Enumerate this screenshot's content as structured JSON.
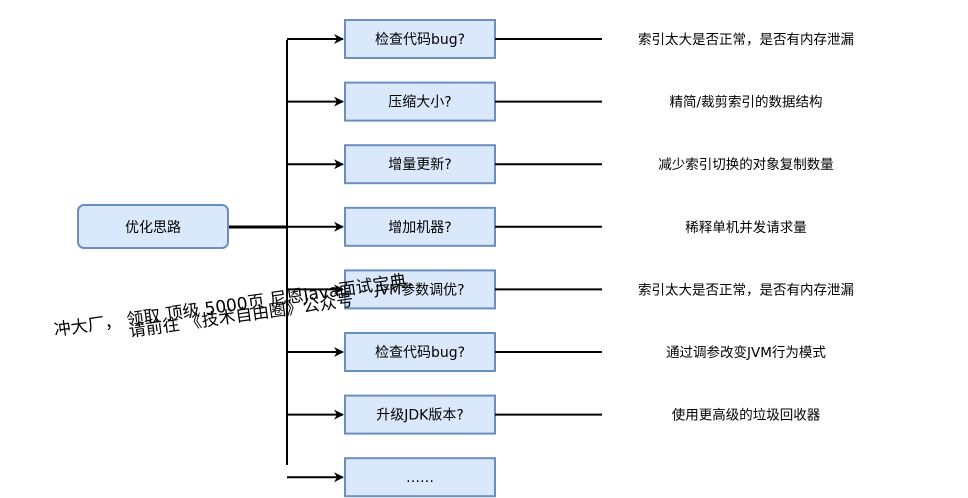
{
  "root": {
    "label": "优化思路"
  },
  "nodes": [
    {
      "label": "检查代码bug?",
      "description": "索引太大是否正常，是否有内存泄漏"
    },
    {
      "label": "压缩大小?",
      "description": "精简/裁剪索引的数据结构"
    },
    {
      "label": "增量更新?",
      "description": "减少索引切换的对象复制数量"
    },
    {
      "label": "增加机器?",
      "description": "稀释单机并发请求量"
    },
    {
      "label": "JVM参数调优?",
      "description": "索引太大是否正常，是否有内存泄漏"
    },
    {
      "label": "检查代码bug?",
      "description": "通过调参改变JVM行为模式"
    },
    {
      "label": "升级JDK版本?",
      "description": "使用更高级的垃圾回收器"
    },
    {
      "label": "……",
      "description": ""
    }
  ],
  "watermark": {
    "line1": "冲大厂， 领取 顶级  5000页 尼恩Java面试宝典,",
    "line2": "请前往 《技术自由圈》公众号"
  },
  "colors": {
    "box_fill": "#dae8fc",
    "box_stroke": "#6c8ebf",
    "line": "#000000"
  }
}
